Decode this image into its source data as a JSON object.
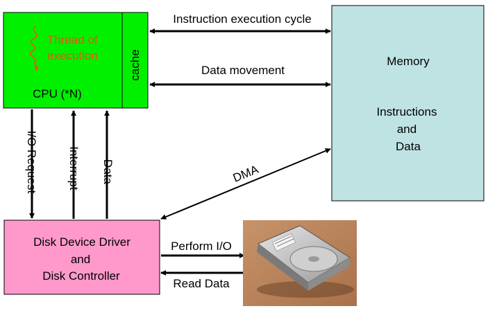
{
  "cpu": {
    "thread_line1": "Thread of",
    "thread_line2": "execution",
    "cache_label": "cache",
    "cpu_label": "CPU (*N)",
    "fill_color": "#00f000",
    "thread_color": "#e05a10"
  },
  "memory": {
    "title": "Memory",
    "line1": "Instructions",
    "line2": "and",
    "line3": "Data",
    "fill_color": "#bfe3e3"
  },
  "disk_driver": {
    "line1": "Disk Device Driver",
    "line2": "and",
    "line3": "Disk Controller",
    "fill_color": "#ff99cc"
  },
  "arrows": {
    "instruction_cycle": "Instruction execution cycle",
    "data_movement": "Data movement",
    "io_request": "I/O Request",
    "interrupt": "Interrupt",
    "data": "Data",
    "dma": "DMA",
    "perform_io": "Perform I/O",
    "read_data": "Read Data"
  },
  "disk_photo": {
    "icon": "hard-disk-drive-photo"
  }
}
